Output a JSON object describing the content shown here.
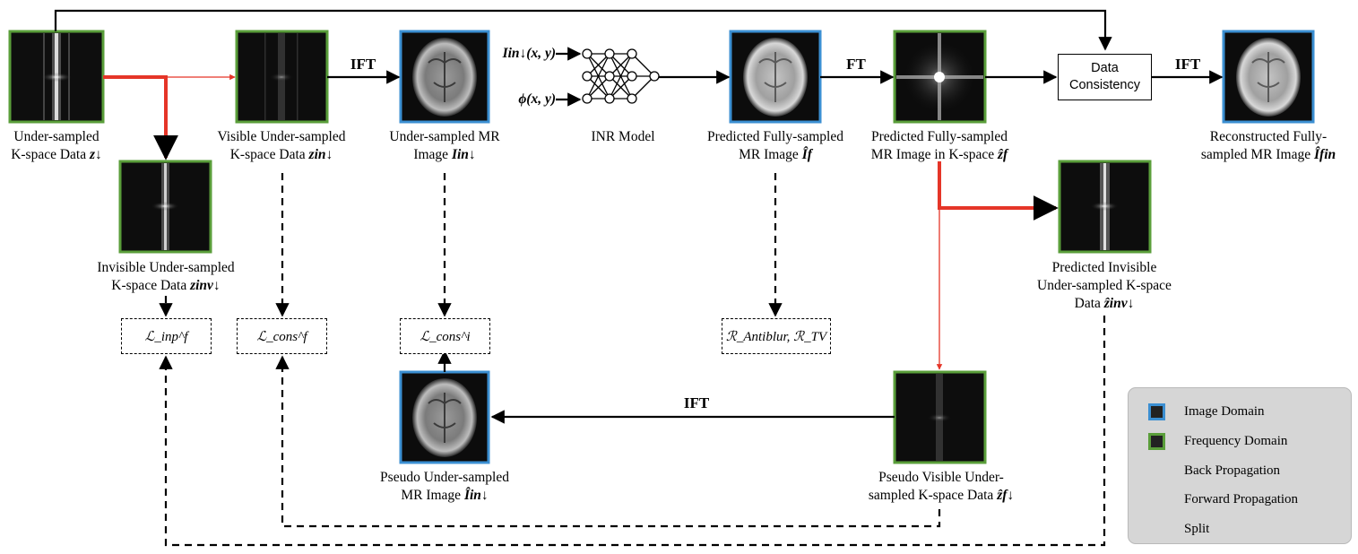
{
  "colors": {
    "image_domain": "#3b8fd2",
    "frequency_domain": "#5a9e3a",
    "split": "#e53528",
    "arrow": "#000000"
  },
  "panels": {
    "undersampled_kspace": {
      "kind": "frequency",
      "line1": "Under-sampled",
      "line2": "K-space Data ",
      "sym": "z↓"
    },
    "visible_kspace": {
      "kind": "frequency",
      "line1": "Visible Under-sampled",
      "line2": "K-space Data ",
      "sym": "zin↓"
    },
    "undersampled_mr": {
      "kind": "image",
      "line1": "Under-sampled MR",
      "line2": "Image ",
      "sym": "Iin↓"
    },
    "inr_model": {
      "line1": "INR Model"
    },
    "predicted_fully": {
      "kind": "image",
      "line1": "Predicted Fully-sampled",
      "line2": "MR Image ",
      "sym": "Îf"
    },
    "predicted_kspace": {
      "kind": "frequency",
      "line1": "Predicted Fully-sampled",
      "line2": "MR Image in K-space ",
      "sym": "ẑf"
    },
    "reconstructed": {
      "kind": "image",
      "line1": "Reconstructed Fully-",
      "line2": "sampled MR Image ",
      "sym": "Îfin"
    },
    "invisible_kspace": {
      "kind": "frequency",
      "line1": "Invisible Under-sampled",
      "line2": "K-space Data ",
      "sym": "zinv↓"
    },
    "predicted_invisible": {
      "kind": "frequency",
      "line1": "Predicted Invisible",
      "line2": "Under-sampled K-space",
      "line3": "Data ",
      "sym": "ẑinv↓"
    },
    "pseudo_mr": {
      "kind": "image",
      "line1": "Pseudo Under-sampled",
      "line2": "MR Image ",
      "sym": "Îin↓"
    },
    "pseudo_visible": {
      "kind": "frequency",
      "line1": "Pseudo Visible Under-",
      "line2": "sampled K-space Data ",
      "sym": "ẑf↓"
    }
  },
  "inputs": {
    "intensity": "Iin↓(x, y)",
    "encoding": "ϕ(x, y)"
  },
  "ops": {
    "ift1": "IFT",
    "ft": "FT",
    "ift2": "IFT",
    "ift3": "IFT"
  },
  "data_consistency": {
    "line1": "Data",
    "line2": "Consistency"
  },
  "losses": {
    "inp": "ℒ_inp^f",
    "cons_f": "ℒ_cons^f",
    "cons_i": "ℒ_cons^i",
    "reg": "ℛ_Antiblur, ℛ_TV"
  },
  "legend": {
    "image_domain": "Image Domain",
    "frequency_domain": "Frequency Domain",
    "back_propagation": "Back Propagation",
    "forward_propagation": "Forward Propagation",
    "split": "Split"
  }
}
